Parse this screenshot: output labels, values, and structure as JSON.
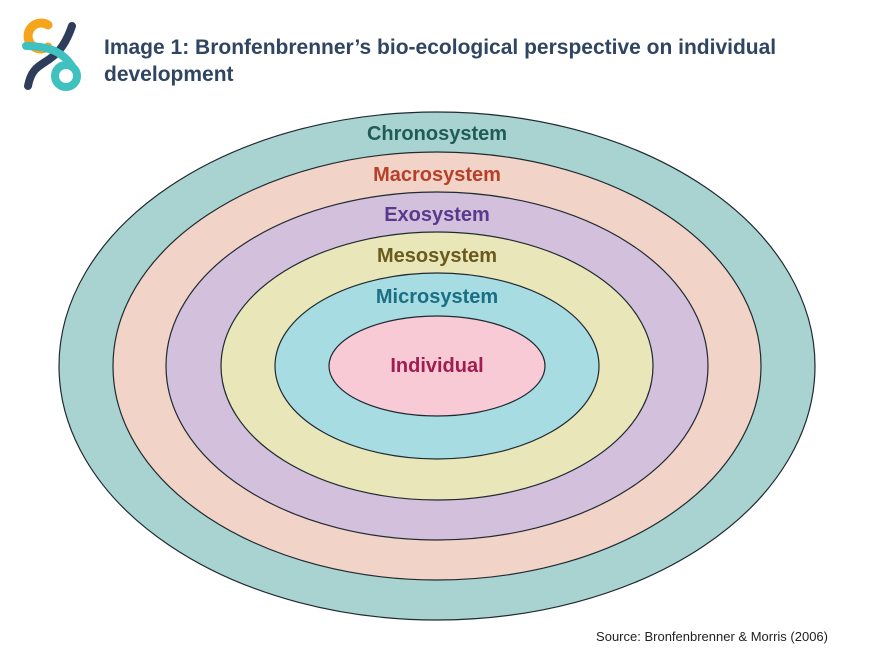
{
  "header": {
    "title": "Image 1: Bronfenbrenner’s bio-ecological perspective on individual development"
  },
  "logo": {
    "icon": "brand-logo-icon",
    "colors": {
      "orange": "#f4a51c",
      "teal": "#3fc1c0",
      "navy": "#2f3d5c"
    }
  },
  "diagram": {
    "rings": [
      {
        "key": "chronosystem",
        "label": "Chronosystem",
        "fill": "#a9d3d1",
        "text_color": "#1f5c58"
      },
      {
        "key": "macrosystem",
        "label": "Macrosystem",
        "fill": "#f2d3c8",
        "text_color": "#b6412a"
      },
      {
        "key": "exosystem",
        "label": "Exosystem",
        "fill": "#d2c0dc",
        "text_color": "#5a3a8c"
      },
      {
        "key": "mesosystem",
        "label": "Mesosystem",
        "fill": "#e9e6b9",
        "text_color": "#6b5a1e"
      },
      {
        "key": "microsystem",
        "label": "Microsystem",
        "fill": "#a7dce3",
        "text_color": "#1b6f82"
      },
      {
        "key": "individual",
        "label": "Individual",
        "fill": "#f7cad5",
        "text_color": "#a01d4f"
      }
    ]
  },
  "footer": {
    "source": "Source: Bronfenbrenner & Morris (2006)"
  }
}
